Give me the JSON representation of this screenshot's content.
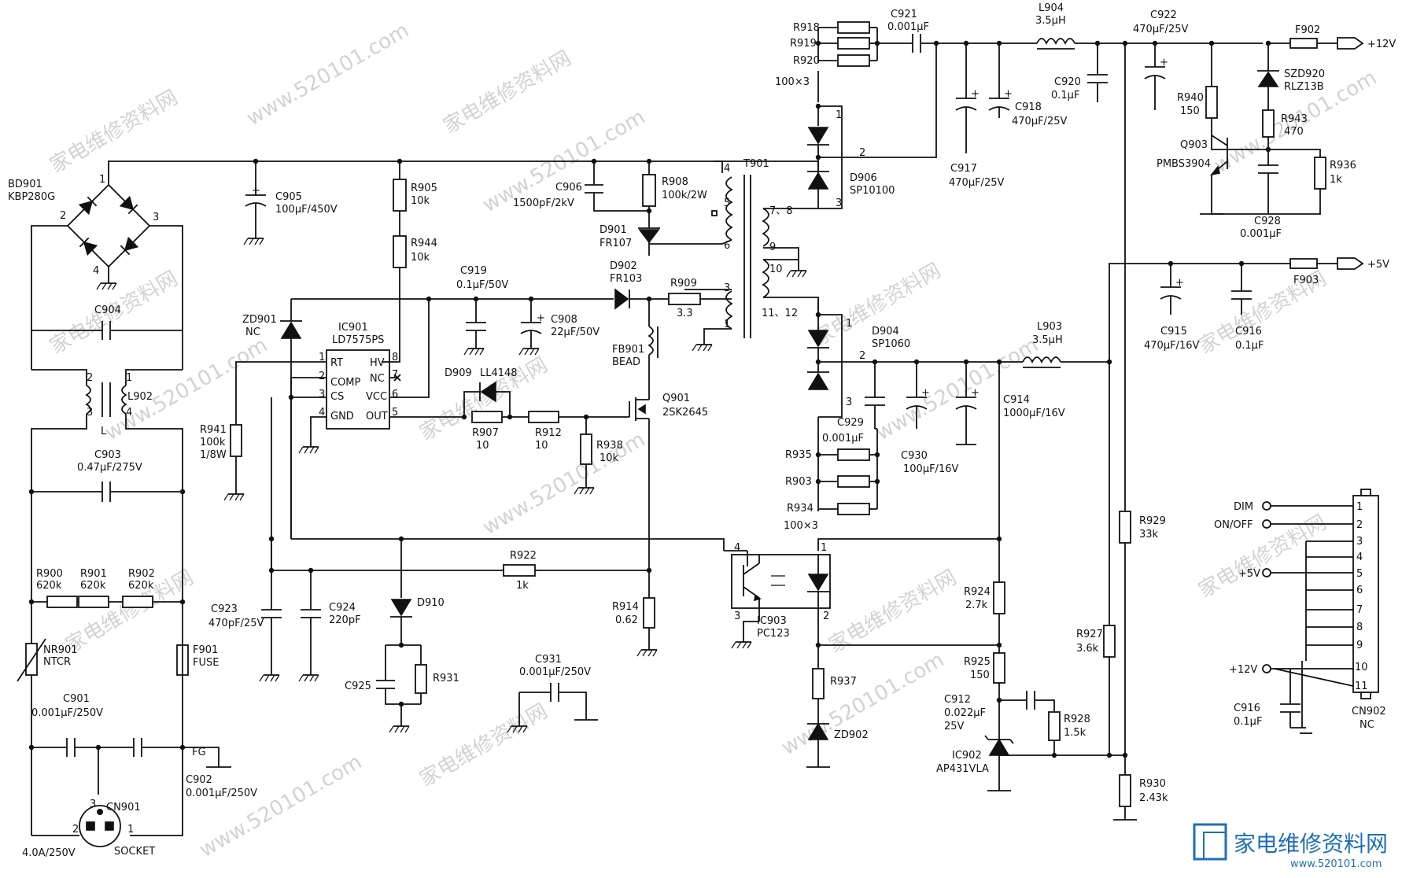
{
  "watermark": {
    "cn": "家电维修资料网",
    "url": "www.520101.com"
  },
  "logo": {
    "text": "家电维修资料网",
    "url": "www.520101.com"
  },
  "outputs": {
    "v12": "+12V",
    "v5": "+5V"
  },
  "labels": {
    "bd901": "BD901",
    "bd901_part": "KBP280G",
    "c905": "C905",
    "c905_val": "100μF/450V",
    "c904": "C904",
    "l902": "L902",
    "l_mark": "L",
    "c903": "C903",
    "c903_val": "0.47μF/275V",
    "r900": "R900",
    "r900_val": "620k",
    "r901": "R901",
    "r901_val": "620k",
    "r902": "R902",
    "r902_val": "620k",
    "nr901": "NR901",
    "nr901_val": "NTCR",
    "f901": "F901",
    "f901_val": "FUSE",
    "c901": "C901",
    "c901_val": "0.001μF/250V",
    "c902": "C902",
    "c902_val": "0.001μF/250V",
    "fg": "FG",
    "cn901": "CN901",
    "cn901_rating": "4.0A/250V",
    "socket": "SOCKET",
    "r905": "R905",
    "r905_val": "10k",
    "r944": "R944",
    "r944_val": "10k",
    "c906": "C906",
    "c906_val": "1500pF/2kV",
    "r908": "R908",
    "r908_val": "100k/2W",
    "d901": "D901",
    "d901_part": "FR107",
    "d902": "D902",
    "d902_part": "FR103",
    "r909": "R909",
    "r909_val": "3.3",
    "c919": "C919",
    "c919_val": "0.1μF/50V",
    "c908": "C908",
    "c908_val": "22μF/50V",
    "fb901": "FB901",
    "fb901_val": "BEAD",
    "zd901": "ZD901",
    "zd901_val": "NC",
    "ic901": "IC901",
    "ic901_part": "LD7575PS",
    "d909": "D909",
    "d909_part": "LL4148",
    "r907": "R907",
    "r907_val": "10",
    "r912": "R912",
    "r912_val": "10",
    "r938": "R938",
    "r938_val": "10k",
    "q901": "Q901",
    "q901_part": "2SK2645",
    "r941": "R941",
    "r941_val": "100k",
    "r941_pow": "1/8W",
    "r922": "R922",
    "r922_val": "1k",
    "r914": "R914",
    "r914_val": "0.62",
    "c923": "C923",
    "c923_val": "470pF/25V",
    "c924": "C924",
    "c924_val": "220pF",
    "d910": "D910",
    "c925": "C925",
    "r931": "R931",
    "c931": "C931",
    "c931_val": "0.001μF/250V",
    "t901": "T901",
    "r918": "R918",
    "r919": "R919",
    "r920": "R920",
    "r918_mul": "100×3",
    "c921": "C921",
    "c921_val": "0.001μF",
    "l904": "L904",
    "l904_val": "3.5μH",
    "c920": "C920",
    "c920_val": "0.1μF",
    "c918": "C918",
    "c918_val": "470μF/25V",
    "c917": "C917",
    "c917_val": "470μF/25V",
    "c922": "C922",
    "c922_val": "470μF/25V",
    "f902": "F902",
    "d906": "D906",
    "d906_part": "SP10100",
    "szd920": "SZD920",
    "szd920_part": "RLZ13B",
    "r940": "R940",
    "r940_val": "150",
    "r943": "R943",
    "r943_val": "470",
    "q903": "Q903",
    "q903_part": "PMBS3904",
    "r936": "R936",
    "r936_val": "1k",
    "c928": "C928",
    "c928_val": "0.001μF",
    "d904": "D904",
    "d904_part": "SP1060",
    "l903": "L903",
    "l903_val": "3.5μH",
    "c929": "C929",
    "c929_val": "0.001μF",
    "c930": "C930",
    "c930_val": "100μF/16V",
    "c914": "C914",
    "c914_val": "1000μF/16V",
    "r935": "R935",
    "r903": "R903",
    "r934": "R934",
    "r935_mul": "100×3",
    "c915": "C915",
    "c915_val": "470μF/16V",
    "c916": "C916",
    "c916_val": "0.1μF",
    "f903": "F903",
    "ic903": "IC903",
    "ic903_part": "PC123",
    "r937": "R937",
    "zd902": "ZD902",
    "r924": "R924",
    "r924_val": "2.7k",
    "r925": "R925",
    "r925_val": "150",
    "c912": "C912",
    "c912_val": "0.022μF",
    "c912_v": "25V",
    "r928": "R928",
    "r928_val": "1.5k",
    "ic902": "IC902",
    "ic902_part": "AP431VLA",
    "r929": "R929",
    "r929_val": "33k",
    "r927": "R927",
    "r927_val": "3.6k",
    "r930": "R930",
    "r930_val": "2.43k",
    "cn902": "CN902",
    "cn902_val": "NC",
    "dim": "DIM",
    "onoff": "ON/OFF",
    "p5v": "+5V",
    "p12v": "+12V",
    "c916b": "C916",
    "c916b_val": "0.1μF"
  },
  "ic901_pins": {
    "rt": "RT",
    "comp": "COMP",
    "cs": "CS",
    "gnd": "GND",
    "hv": "HV",
    "nc": "NC",
    "vcc": "VCC",
    "out": "OUT",
    "p1": "1",
    "p2": "2",
    "p3": "3",
    "p4": "4",
    "p5": "5",
    "p6": "6",
    "p7": "7",
    "p8": "8"
  },
  "pin_numbers": {
    "bd_1": "1",
    "bd_2": "2",
    "bd_3": "3",
    "bd_4": "4",
    "l902_1": "1",
    "l902_2": "2",
    "l902_3": "3",
    "l902_4": "4",
    "cn901_1": "1",
    "cn901_2": "2",
    "cn901_3": "3",
    "t_4": "4",
    "t_5": "5",
    "t_6": "6",
    "t_3": "3",
    "t_1": "1",
    "t_78": "7、8",
    "t_9": "9",
    "t_10": "10",
    "t_1112": "11、12",
    "d906_1": "1",
    "d906_2": "2",
    "d906_3": "3",
    "d904_1": "1",
    "d904_2": "2",
    "d904_3": "3",
    "ic903_1": "1",
    "ic903_2": "2",
    "ic903_3": "3",
    "ic903_4": "4",
    "cn902": [
      "1",
      "2",
      "3",
      "4",
      "5",
      "6",
      "7",
      "8",
      "9",
      "10",
      "11"
    ]
  }
}
